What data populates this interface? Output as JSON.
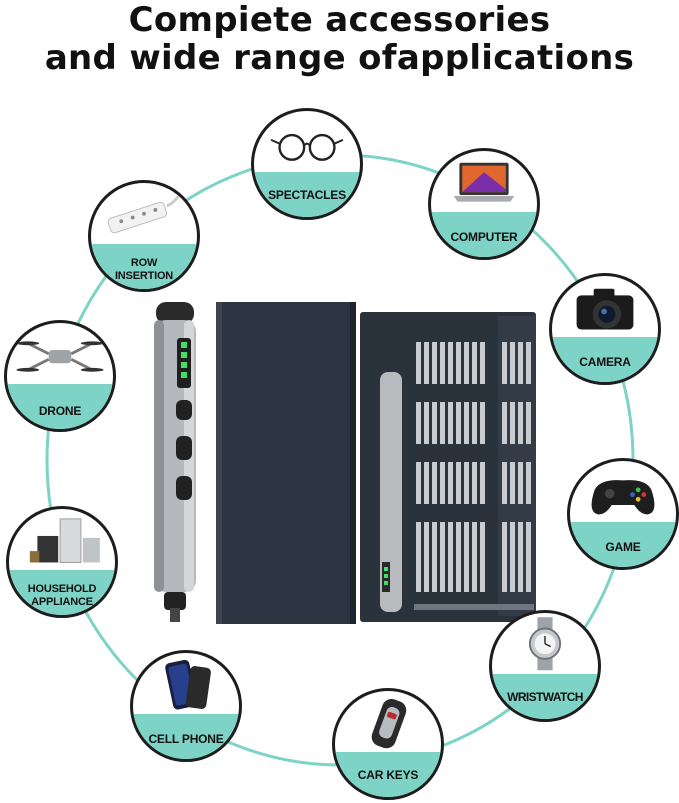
{
  "headline": {
    "line1": "Compiete accessories",
    "line2": "and wide range ofapplications"
  },
  "colors": {
    "ring": "#7dd3c6",
    "band": "#7dd3c6",
    "case": "#2b3440",
    "border": "#1d1d1d"
  },
  "applications": [
    {
      "id": "spectacles",
      "label": "SPECTACLES",
      "icon": "glasses-icon"
    },
    {
      "id": "computer",
      "label": "COMPUTER",
      "icon": "laptop-icon"
    },
    {
      "id": "camera",
      "label": "CAMERA",
      "icon": "camera-icon"
    },
    {
      "id": "game",
      "label": "GAME",
      "icon": "gamepad-icon"
    },
    {
      "id": "wristwatch",
      "label": "WRISTWATCH",
      "icon": "watch-icon"
    },
    {
      "id": "car-keys",
      "label": "CAR KEYS",
      "icon": "car-key-icon"
    },
    {
      "id": "cell-phone",
      "label": "CELL PHONE",
      "icon": "phone-icon"
    },
    {
      "id": "household",
      "label_line1": "HOUSEHOLD",
      "label_line2": "APPLIANCE",
      "icon": "appliance-icon"
    },
    {
      "id": "drone",
      "label": "DRONE",
      "icon": "drone-icon"
    },
    {
      "id": "row-insertion",
      "label_line1": "ROW",
      "label_line2": "INSERTION",
      "icon": "power-strip-icon"
    }
  ]
}
